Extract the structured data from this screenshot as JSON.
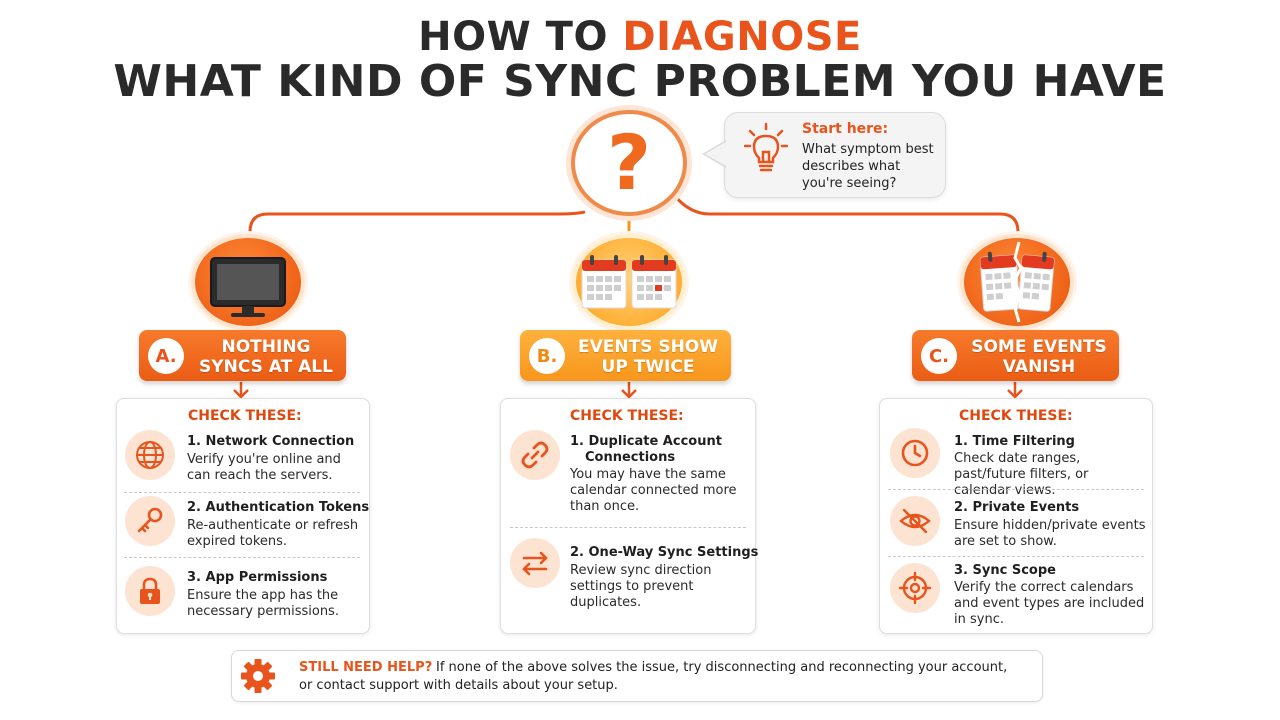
{
  "title": {
    "line1_prefix": "HOW TO ",
    "line1_accent": "DIAGNOSE",
    "line2": "WHAT KIND OF SYNC PROBLEM YOU HAVE"
  },
  "start": {
    "symbol": "?",
    "heading": "Start here:",
    "text": "What symptom best describes what you're seeing?"
  },
  "colors": {
    "accent": "#e8541c",
    "accent_light": "#fde3d2",
    "middle_branch": "#f7961c"
  },
  "branches": [
    {
      "letter": "A.",
      "label": "NOTHING SYNCS AT ALL",
      "icon": "monitor-icon",
      "check_title": "CHECK THESE:",
      "items": [
        {
          "icon": "globe-icon",
          "title": "1. Network Connection",
          "desc": "Verify you're online and can reach the servers."
        },
        {
          "icon": "key-icon",
          "title": "2. Authentication Tokens",
          "desc": "Re-authenticate or refresh expired tokens."
        },
        {
          "icon": "lock-icon",
          "title": "3. App Permissions",
          "desc": "Ensure the app has the necessary permissions."
        }
      ]
    },
    {
      "letter": "B.",
      "label": "EVENTS SHOW UP TWICE",
      "icon": "double-calendar-icon",
      "check_title": "CHECK THESE:",
      "items": [
        {
          "icon": "link-icon",
          "title": "1. Duplicate Account",
          "title2": "Connections",
          "desc": "You may have the same calendar connected more than once."
        },
        {
          "icon": "swap-arrows-icon",
          "title": "2. One-Way Sync Settings",
          "desc": "Review sync direction settings to prevent duplicates."
        }
      ]
    },
    {
      "letter": "C.",
      "label": "SOME EVENTS VANISH",
      "icon": "broken-calendar-icon",
      "check_title": "CHECK THESE:",
      "items": [
        {
          "icon": "clock-icon",
          "title": "1. Time Filtering",
          "desc": "Check date ranges, past/future filters, or calendar views."
        },
        {
          "icon": "eye-off-icon",
          "title": "2. Private Events",
          "desc": "Ensure hidden/private events are set to show."
        },
        {
          "icon": "target-icon",
          "title": "3. Sync Scope",
          "desc": "Verify the correct calendars and event types are included in sync."
        }
      ]
    }
  ],
  "help": {
    "icon": "gear-icon",
    "title": "STILL NEED HELP?",
    "line1": "If none of the above solves the issue, try disconnecting and reconnecting your account,",
    "line2": "or contact support with details about your setup."
  }
}
